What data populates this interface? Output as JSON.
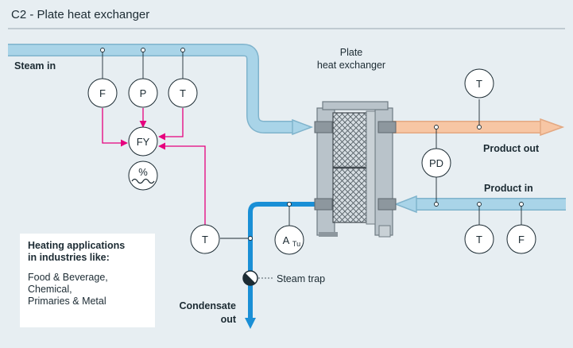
{
  "title": "C2 - Plate heat exchanger",
  "labels": {
    "steam_in": "Steam in",
    "plate_heat_exchanger": "Plate\nheat exchanger",
    "product_out": "Product out",
    "product_in": "Product in",
    "condensate_out": "Condensate\nout",
    "steam_trap": "Steam trap"
  },
  "instruments": {
    "flow_top": "F",
    "pressure_top": "P",
    "temp_top": "T",
    "flow_computer": "FY",
    "percent": "%",
    "temp_product_out": "T",
    "diff_pressure": "PD",
    "temp_condensate": "T",
    "analyzer": "A",
    "analyzer_sub": "Tu",
    "temp_product_in": "T",
    "flow_product_in": "F"
  },
  "info_box": {
    "heading": "Heating applications\nin industries like:",
    "items": [
      "Food & Beverage,",
      "Chemical,",
      "Primaries & Metal"
    ]
  },
  "colors": {
    "steam_pipe": "#a9d4e8",
    "steam_pipe_edge": "#7fb3cc",
    "product_out_pipe": "#f7c6a4",
    "product_in_pipe": "#a9d4e8",
    "condensate_pipe": "#1a8fd6",
    "signal_line": "#e6007e",
    "frame": "#9aa7b0",
    "background": "#e7eef2"
  }
}
